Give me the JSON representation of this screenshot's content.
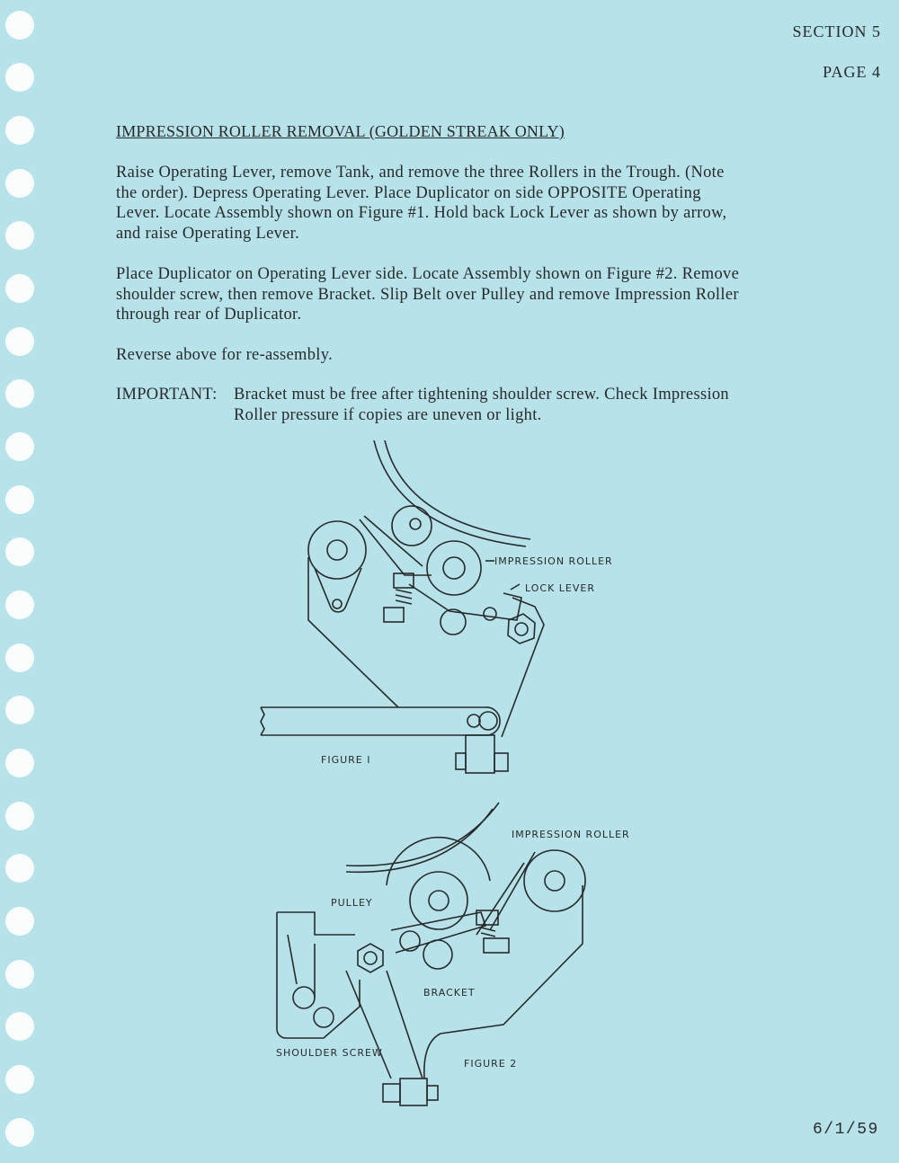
{
  "header": {
    "section": "SECTION 5",
    "page": "PAGE 4"
  },
  "title": "IMPRESSION ROLLER REMOVAL (GOLDEN STREAK ONLY)",
  "paragraphs": [
    [
      "Raise Operating Lever, remove Tank, and remove the three Rollers in the Trough.  (Note",
      "the order).  Depress Operating Lever.  Place Duplicator on side OPPOSITE Operating",
      "Lever.  Locate Assembly shown on Figure #1.  Hold back Lock Lever as shown by arrow,",
      "and raise Operating Lever."
    ],
    [
      "Place Duplicator on Operating Lever side.  Locate Assembly shown on Figure #2.  Remove",
      "shoulder screw, then remove Bracket.  Slip Belt over Pulley and remove Impression Roller",
      "through rear of Duplicator."
    ],
    [
      "Reverse above for re-assembly."
    ]
  ],
  "important": {
    "label": "IMPORTANT:",
    "lines": [
      "Bracket must be free after tightening shoulder screw.  Check Impression",
      "Roller pressure if copies are uneven or light."
    ]
  },
  "figure1": {
    "caption": "FIGURE I",
    "labels": {
      "impression_roller": "IMPRESSION ROLLER",
      "lock_lever": "LOCK LEVER"
    }
  },
  "figure2": {
    "caption": "FIGURE 2",
    "labels": {
      "impression_roller": "IMPRESSION ROLLER",
      "pulley": "PULLEY",
      "bracket": "BRACKET",
      "shoulder_screw": "SHOULDER SCREW"
    }
  },
  "footer": {
    "date": "6/1/59"
  }
}
